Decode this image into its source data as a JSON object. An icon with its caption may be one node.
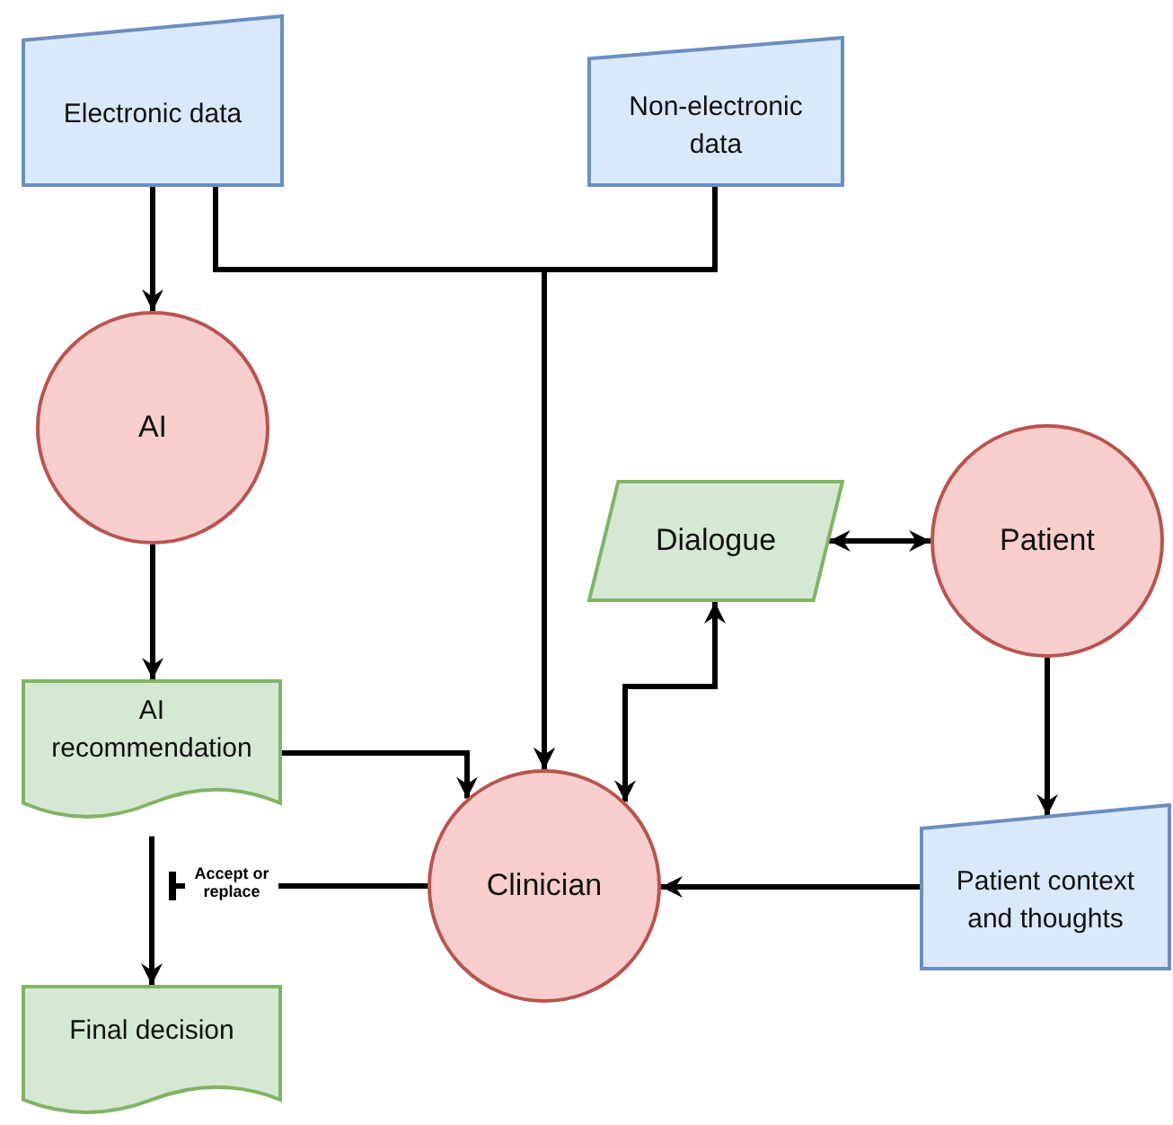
{
  "diagram": {
    "nodes": [
      {
        "text": [
          "Electronic data"
        ]
      },
      {
        "text": [
          "Non-electronic data"
        ]
      },
      {
        "text": [
          "AI"
        ]
      },
      {
        "text": [
          "AI recommendation"
        ]
      },
      {
        "text": [
          "Dialogue"
        ]
      },
      {
        "text": [
          "Patient"
        ]
      },
      {
        "text": [
          "Clinician"
        ]
      },
      {
        "text": [
          "Patient context and thoughts"
        ]
      },
      {
        "text": [
          "Final decision"
        ]
      }
    ],
    "edges": [
      {
        "from": 0,
        "to": 2,
        "arrow": "to"
      },
      {
        "from": 0,
        "to": 6,
        "arrow": "to"
      },
      {
        "from": 1,
        "to": 6,
        "arrow": "to"
      },
      {
        "from": 2,
        "to": 3,
        "arrow": "to"
      },
      {
        "from": 3,
        "to": 6,
        "arrow": "to"
      },
      {
        "from": 6,
        "to": 4,
        "arrow": "both"
      },
      {
        "from": 4,
        "to": 5,
        "arrow": "both"
      },
      {
        "from": 5,
        "to": 7,
        "arrow": "to"
      },
      {
        "from": 7,
        "to": 6,
        "arrow": "to"
      },
      {
        "from": 3,
        "to": 8,
        "arrow": "to"
      },
      {
        "from": 6,
        "to": null,
        "arrow": "other",
        "label": "Accept or replace"
      }
    ]
  }
}
